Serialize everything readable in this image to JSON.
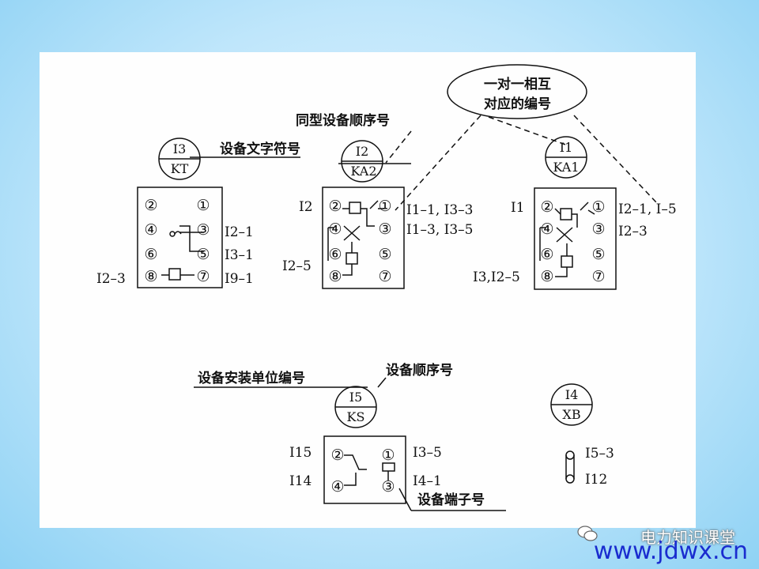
{
  "devices": [
    {
      "num": "I3",
      "sym": "KT",
      "terminals": [
        "②",
        "①",
        "④",
        "③",
        "⑥",
        "⑤",
        "⑧",
        "⑦"
      ],
      "labels": {
        "t3": "I2–1",
        "t5": "I3–1",
        "t7": "I9–1",
        "t8": "I2–3"
      }
    },
    {
      "num": "I2",
      "sym": "KA2",
      "terminals": [
        "②",
        "①",
        "④",
        "③",
        "⑥",
        "⑤",
        "⑧",
        "⑦"
      ],
      "labels": {
        "t2": "I2",
        "t1": "I1–1, I3–3",
        "t3": "I1–3, I3–5",
        "t8": "I2–5"
      }
    },
    {
      "num": "I1",
      "sym": "KA1",
      "terminals": [
        "②",
        "①",
        "④",
        "③",
        "⑥",
        "⑤",
        "⑧",
        "⑦"
      ],
      "labels": {
        "t2": "I1",
        "t1": "I2–1, I–5",
        "t3": "I2–3",
        "t8": "I3,I2–5"
      }
    },
    {
      "num": "I5",
      "sym": "KS",
      "terminals": [
        "②",
        "①",
        "④",
        "③"
      ],
      "labels": {
        "t2": "I15",
        "t1": "I3–5",
        "t4": "I14",
        "t3": "I4–1"
      }
    },
    {
      "num": "I4",
      "sym": "XB",
      "labels": {
        "top": "I5–3",
        "bottom": "I12"
      }
    }
  ],
  "annotations": {
    "ellipse_line1": "一对一相互",
    "ellipse_line2": "对应的编号",
    "same_type_seq": "同型设备顺序号",
    "device_symbol": "设备文字符号",
    "install_unit": "设备安装单位编号",
    "device_seq": "设备顺序号",
    "terminal_no": "设备端子号"
  },
  "watermark": {
    "brand": "电力知识课堂",
    "url": "www.jdwx.cn"
  }
}
